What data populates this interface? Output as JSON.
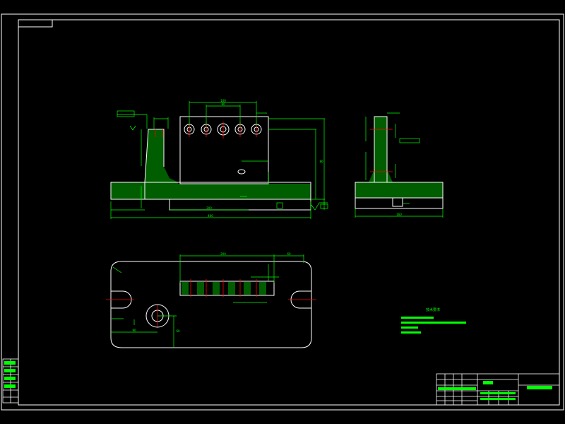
{
  "colors": {
    "background": "#000000",
    "outline": "#ffffff",
    "dimension": "#00ff00",
    "center_line": "#ff0000",
    "hatch": "#00ff00",
    "text": "#00ff00"
  },
  "sheet": {
    "tech_title": "技术要求"
  },
  "title_block": {
    "drawing_name": "",
    "part_name": ""
  },
  "dims": {
    "front_top": "100",
    "front_top2": "80",
    "front_overall": "400",
    "front_bottom": "200",
    "front_height": "80",
    "side_width": "160",
    "plan_top": "200",
    "plan_top2": "60",
    "plan_bottom": "90",
    "plan_right": "60"
  }
}
